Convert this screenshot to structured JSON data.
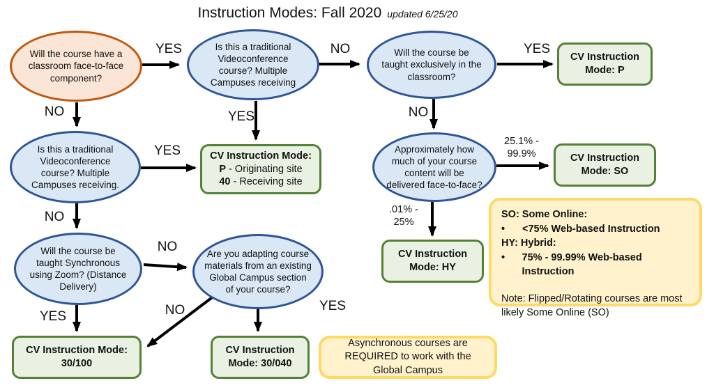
{
  "title": {
    "main": "Instruction Modes: Fall 2020",
    "updated": "updated 6/25/20"
  },
  "colors": {
    "orange_border": "#C0570E",
    "orange_fill": "#FBE5D7",
    "blue_border": "#2E5597",
    "blue_fill": "#DAE7F5",
    "green_border": "#538135",
    "green_fill": "#E9F1E2",
    "yellow_border": "#FFD966",
    "yellow_fill": "#FFF2CC",
    "arrow": "#000000"
  },
  "questions": {
    "classroom": "Will the course have a classroom face-to-face component?",
    "videoconf_top": "Is this a traditional Videoconference course? Multiple Campuses receiving",
    "exclusive_classroom": "Will the course be taught exclusively in the classroom?",
    "videoconf_left": "Is this a traditional Videoconference course? Multiple Campuses receiving.",
    "face_to_face_pct": "Approximately how much of your course content will be delivered face-to-face?",
    "zoom_synchronous": "Will the course be taught Synchronous using Zoom? (Distance Delivery)",
    "global_campus_adapt": "Are you adapting course materials from an existing Global Campus section of your course?"
  },
  "results": {
    "mode_p": "CV Instruction Mode: P",
    "mode_so": "CV Instruction Mode: SO",
    "mode_hy": "CV Instruction Mode: HY",
    "mode_30_100": "CV Instruction Mode: 30/100",
    "mode_30_040": "CV Instruction Mode: 30/040",
    "mode_p40": {
      "heading": "CV Instruction Mode:",
      "originating_code": "P",
      "originating_label": " - Originating site",
      "receiving_code": "40",
      "receiving_label": " - Receiving site"
    }
  },
  "edge_labels": {
    "classroom_yes": "YES",
    "classroom_no": "NO",
    "videoconf_top_no": "NO",
    "videoconf_top_yes": "YES",
    "exclusive_yes": "YES",
    "exclusive_no": "NO",
    "videoconf_left_yes": "YES",
    "videoconf_left_no": "NO",
    "pct_so_range": "25.1% - 99.9%",
    "pct_hy_range": ".01% - 25%",
    "zoom_no": "NO",
    "zoom_yes": "YES",
    "global_no": "NO",
    "global_yes": "YES"
  },
  "notes": {
    "bullet": "•",
    "so_title": "SO: Some Online:",
    "so_detail": "<75% Web-based Instruction",
    "hy_title": "HY: Hybrid:",
    "hy_detail": "75% - 99.99% Web-based Instruction",
    "flipped_note": "Note: Flipped/Rotating courses are most likely Some Online (SO)",
    "async_note": "Asynchronous courses are REQUIRED to work with the Global Campus"
  }
}
